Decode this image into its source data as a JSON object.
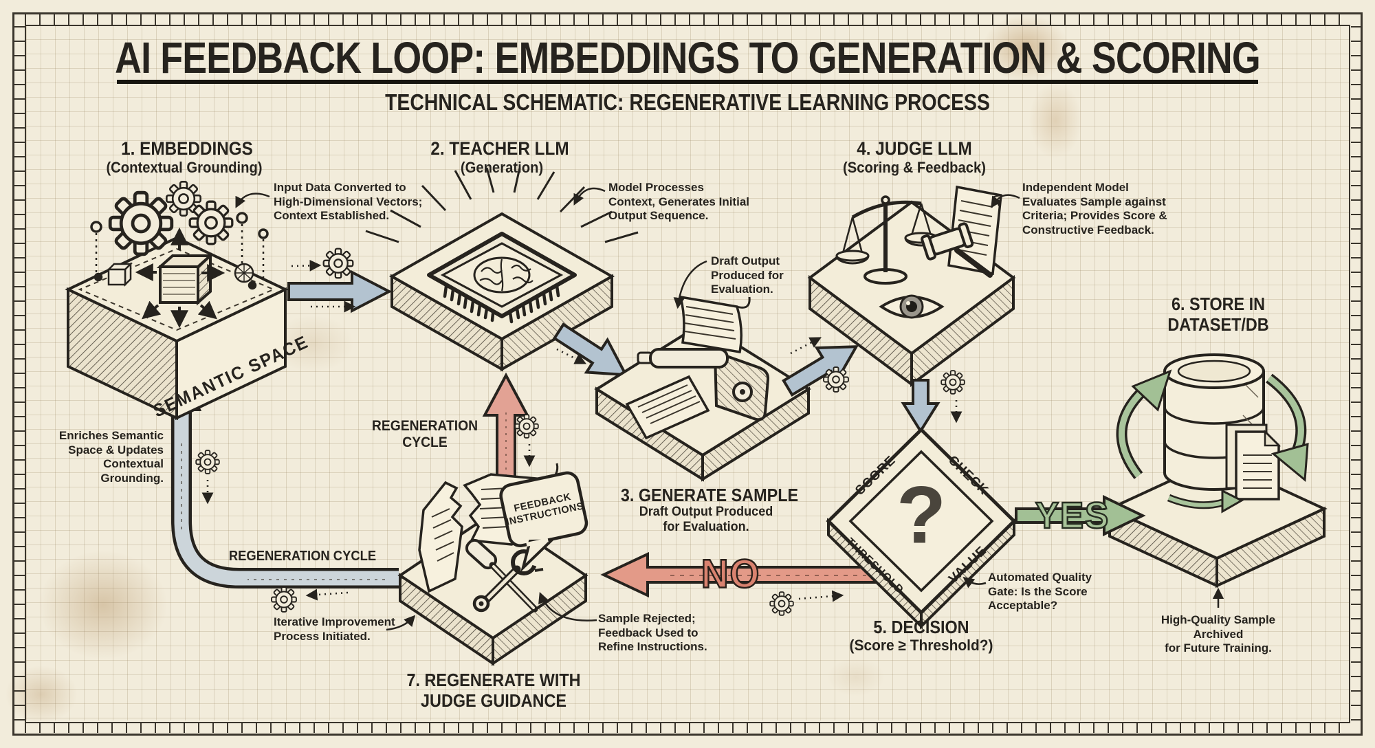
{
  "title": {
    "main": "AI FEEDBACK LOOP: EMBEDDINGS TO GENERATION & SCORING",
    "sub": "TECHNICAL SCHEMATIC: REGENERATIVE LEARNING PROCESS"
  },
  "steps": {
    "s1": {
      "heading": "1. EMBEDDINGS",
      "sub": "(Contextual Grounding)",
      "platform_label": "SEMANTIC SPACE"
    },
    "s2": {
      "heading": "2. TEACHER LLM",
      "sub": "(Generation)"
    },
    "s3": {
      "heading": "3. GENERATE SAMPLE",
      "sub": "Draft Output Produced\nfor Evaluation."
    },
    "s4": {
      "heading": "4. JUDGE LLM",
      "sub": "(Scoring & Feedback)"
    },
    "s5": {
      "heading": "5. DECISION",
      "sub": "(Score ≥ Threshold?)",
      "labels": {
        "score": "SCORE",
        "check": "CHECK",
        "threshold": "THRESHOLD",
        "value": "VALUE",
        "question": "?"
      }
    },
    "s6": {
      "heading": "6. STORE IN\nDATASET/DB"
    },
    "s7": {
      "heading": "7. REGENERATE WITH\nJUDGE GUIDANCE",
      "bubble": "FEEDBACK\nINSTRUCTIONS"
    }
  },
  "annotations": {
    "input_data": "Input Data Converted to\nHigh-Dimensional Vectors;\nContext Established.",
    "model_processes": "Model Processes\nContext, Generates Initial\nOutput Sequence.",
    "draft_output": "Draft Output\nProduced for\nEvaluation.",
    "judge_eval": "Independent Model\nEvaluates Sample against\nCriteria; Provides Score &\nConstructive Feedback.",
    "quality_gate": "Automated Quality\nGate: Is the Score\nAcceptable?",
    "archive": "High-Quality Sample Archived\nfor Future Training.",
    "iterative": "Iterative Improvement\nProcess Initiated.",
    "rejected": "Sample Rejected;\nFeedback Used to\nRefine Instructions.",
    "enriches": "Enriches Semantic\nSpace & Updates\nContextual Grounding."
  },
  "flow": {
    "yes": "YES",
    "no": "NO",
    "regen_vertical": "REGENERATION\nCYCLE",
    "regen_horizontal": "REGENERATION CYCLE"
  },
  "colors": {
    "paper": "#f2ecdb",
    "ink": "#26231e",
    "arrow_blue": "#b3c3d0",
    "arrow_red": "#e2a294",
    "arrow_green": "#a2c095",
    "label_yes": "#a8c399",
    "label_no": "#d9826f"
  }
}
